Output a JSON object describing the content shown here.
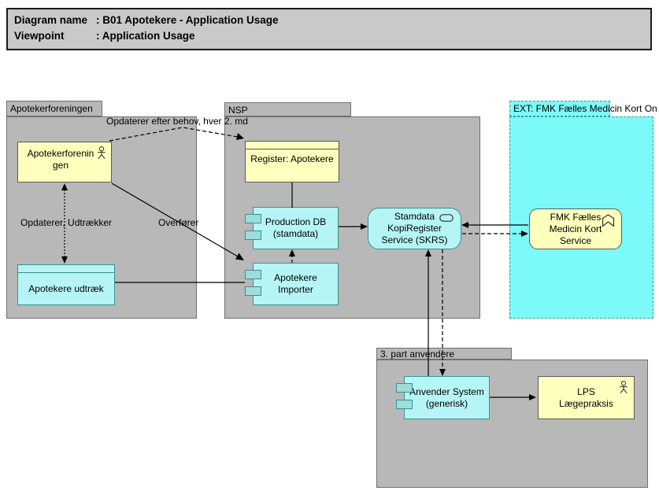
{
  "title_box": {
    "rows": [
      {
        "label": "Diagram name",
        "value": ": B01 Apotekere - Application Usage"
      },
      {
        "label": "Viewpoint",
        "value": ": Application Usage"
      }
    ]
  },
  "groups": {
    "apotekerforeningen": {
      "label": "Apotekerforeningen"
    },
    "nsp": {
      "label": "NSP"
    },
    "ext_fmk": {
      "label": "EXT: FMK Fælles Medicin Kort On"
    },
    "third_party": {
      "label": "3. part anvendere"
    }
  },
  "nodes": {
    "apotekerforeningen_actor": {
      "lines": [
        "Apotekerforenin",
        "gen"
      ],
      "type": "business-actor"
    },
    "apotekere_udtraek": {
      "lines": [
        "Apotekere udtræk"
      ],
      "type": "data-object"
    },
    "register_apotekere": {
      "lines": [
        "Register: Apotekere"
      ],
      "type": "data-object"
    },
    "production_db": {
      "lines": [
        "Production DB",
        "(stamdata)"
      ],
      "type": "component"
    },
    "apotekere_importer": {
      "lines": [
        "Apotekere",
        "Importer"
      ],
      "type": "component"
    },
    "skrs_service": {
      "lines": [
        "Stamdata",
        "KopiRegister",
        "Service (SKRS)"
      ],
      "type": "application-service"
    },
    "fmk_service": {
      "lines": [
        "FMK Fælles",
        "Medicin Kort",
        "Service"
      ],
      "type": "application-service"
    },
    "anvender_system": {
      "lines": [
        "Anvender System",
        "(generisk)"
      ],
      "type": "component"
    },
    "lps_laegepraksis": {
      "lines": [
        "LPS",
        "Lægepraksis"
      ],
      "type": "business-actor"
    }
  },
  "edge_labels": {
    "opdaterer_efter_behov": "Opdaterer efter behov, hver 2. md",
    "opdaterer_udtraekker": "Opdaterer, Udtrækker",
    "overfoerer": "Overfører"
  },
  "colors": {
    "group_gray": "#b8b8b8",
    "title_gray": "#c9c9c9",
    "element_yellow": "#ffffbe",
    "element_cyan": "#b5f5f5",
    "ext_container_cyan": "#7cf9f9",
    "cyan_border": "#3e8f8f",
    "line_black": "#000000"
  }
}
